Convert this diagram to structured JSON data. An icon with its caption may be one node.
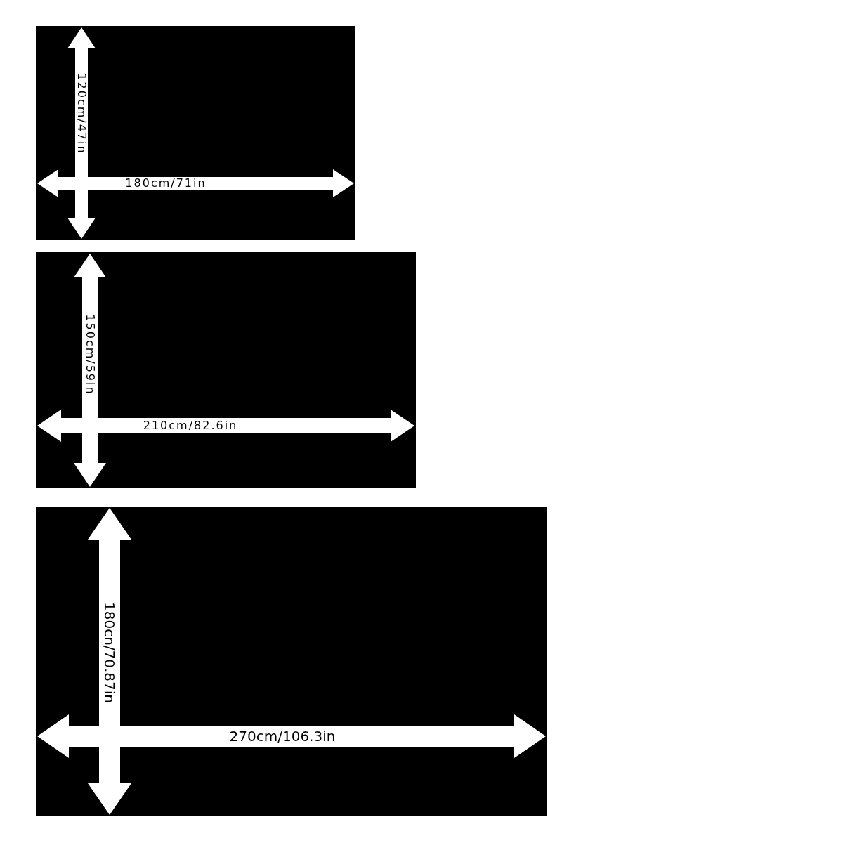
{
  "diagram": {
    "nodes": [
      {
        "text": [
          "120cm/47in",
          "180cm/71in"
        ]
      },
      {
        "text": [
          "150cm/59in",
          "210cm/82.6in"
        ]
      },
      {
        "text": [
          "180cn/70.87in",
          "270cm/106.3in"
        ]
      }
    ]
  }
}
